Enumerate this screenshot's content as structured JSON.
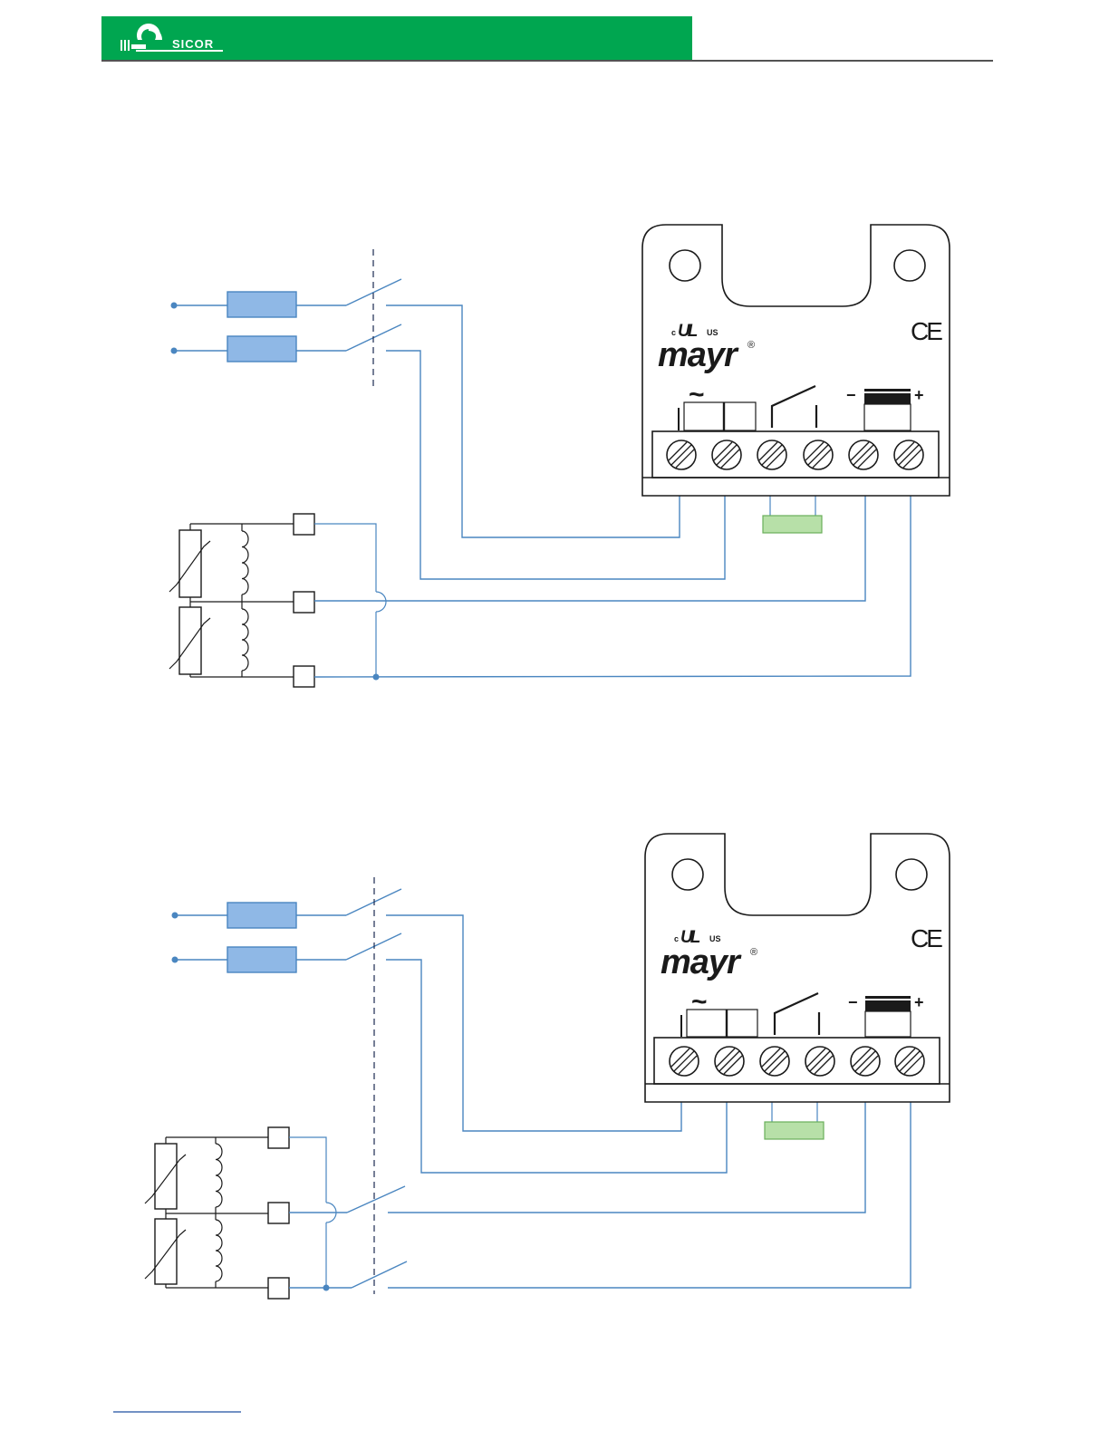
{
  "header": {
    "brand_name": "SICOR",
    "brand_color": "#00a650"
  },
  "module": {
    "brand": "mayr",
    "registered_mark": "®",
    "ce_mark": "CE",
    "ul_mark": "UL",
    "ul_c": "c",
    "ul_us": "US",
    "ac_symbol": "~",
    "dc_minus": "−",
    "dc_plus": "+"
  },
  "colors": {
    "wire": "#4a86c0",
    "fuse_fill": "#8fb8e6",
    "fuse_stroke": "#4a86c0",
    "resistor_fill": "#b7e0a8",
    "resistor_stroke": "#6aaf5a",
    "line": "#1a1a1a"
  },
  "diagrams": [
    {
      "id": "diagram-1",
      "variant": "single-switch"
    },
    {
      "id": "diagram-2",
      "variant": "double-switch"
    }
  ]
}
